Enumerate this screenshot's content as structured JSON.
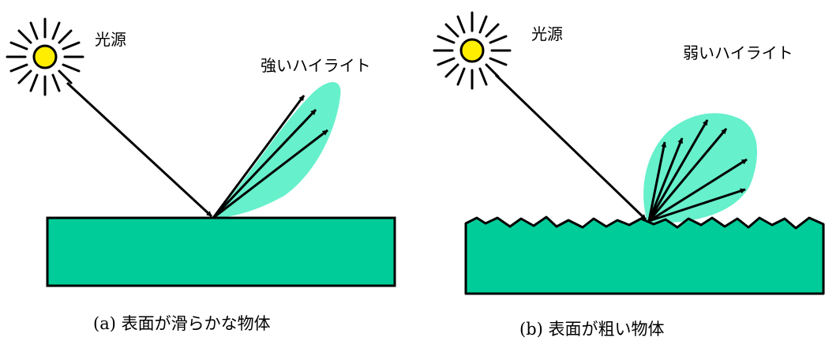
{
  "panel_a": {
    "light_label": "光源",
    "highlight_label": "強いハイライト",
    "caption": "(a) 表面が滑らかな物体"
  },
  "panel_b": {
    "light_label": "光源",
    "highlight_label": "弱いハイライト",
    "caption": "(b) 表面が粗い物体"
  },
  "colors": {
    "surface": "#00cc99",
    "lobe": "#66f0cc",
    "sun": "#ffee00",
    "stroke": "#000000"
  }
}
